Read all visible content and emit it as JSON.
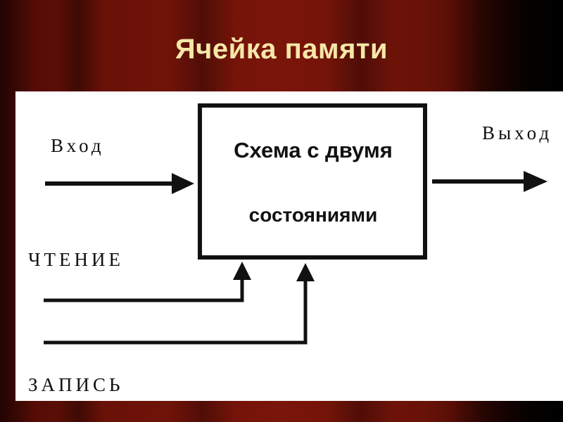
{
  "slide": {
    "title": "Ячейка памяти"
  },
  "diagram": {
    "box_line1": "Схема с двумя",
    "box_line2": "состояниями",
    "input_label": "Вход",
    "output_label": "Выход",
    "read_label": "ЧТЕНИЕ",
    "write_label": "ЗАПИСЬ"
  },
  "colors": {
    "title": "#f6e7a8",
    "background": "#6a1208",
    "panel": "#ffffff",
    "ink": "#111111"
  }
}
